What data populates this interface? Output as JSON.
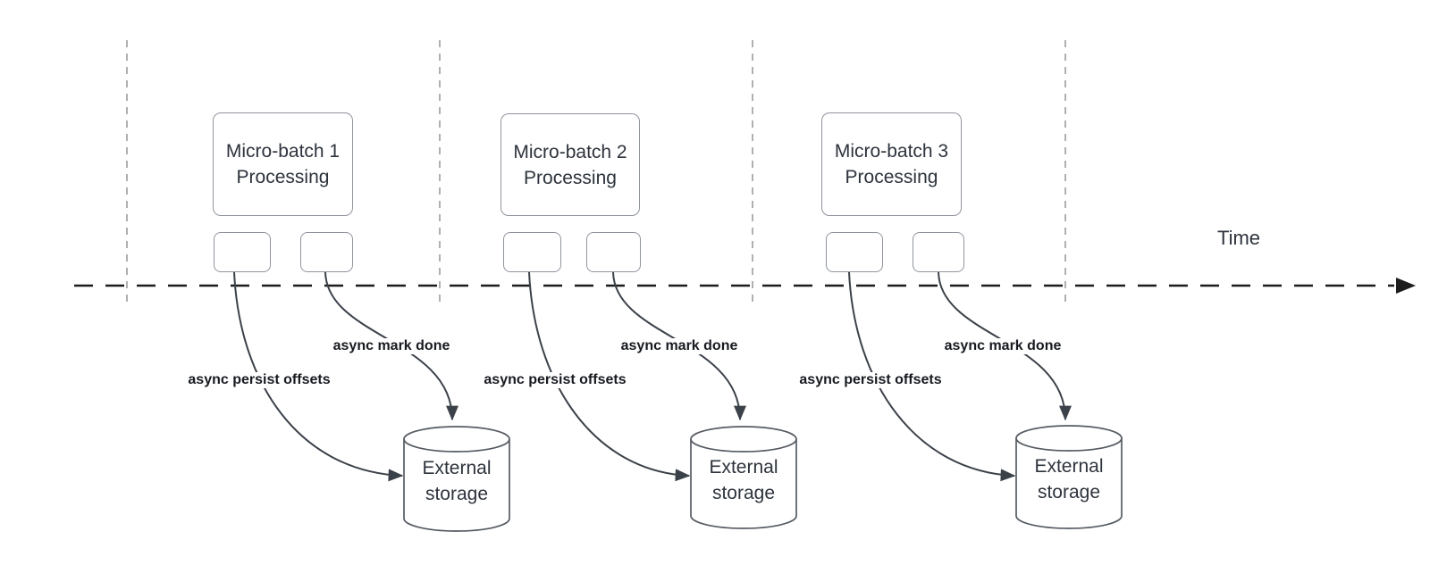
{
  "diagram": {
    "time_label": "Time",
    "groups": [
      {
        "box_label": "Micro-batch 1 Processing",
        "persist_label": "async persist offsets",
        "done_label": "async mark done",
        "storage_label": "External storage"
      },
      {
        "box_label": "Micro-batch 2 Processing",
        "persist_label": "async persist offsets",
        "done_label": "async mark done",
        "storage_label": "External storage"
      },
      {
        "box_label": "Micro-batch 3 Processing",
        "persist_label": "async persist offsets",
        "done_label": "async mark done",
        "storage_label": "External storage"
      }
    ],
    "colors": {
      "background": "#ffffff",
      "shape_stroke": "#8f949c",
      "cylinder_stroke": "#565b63",
      "arrow_stroke": "#3b4149",
      "timeline_stroke": "#1c1c1c",
      "gridline_stroke": "#b0b0b0",
      "box_text": "#2d333c",
      "label_text": "#171a20"
    }
  }
}
